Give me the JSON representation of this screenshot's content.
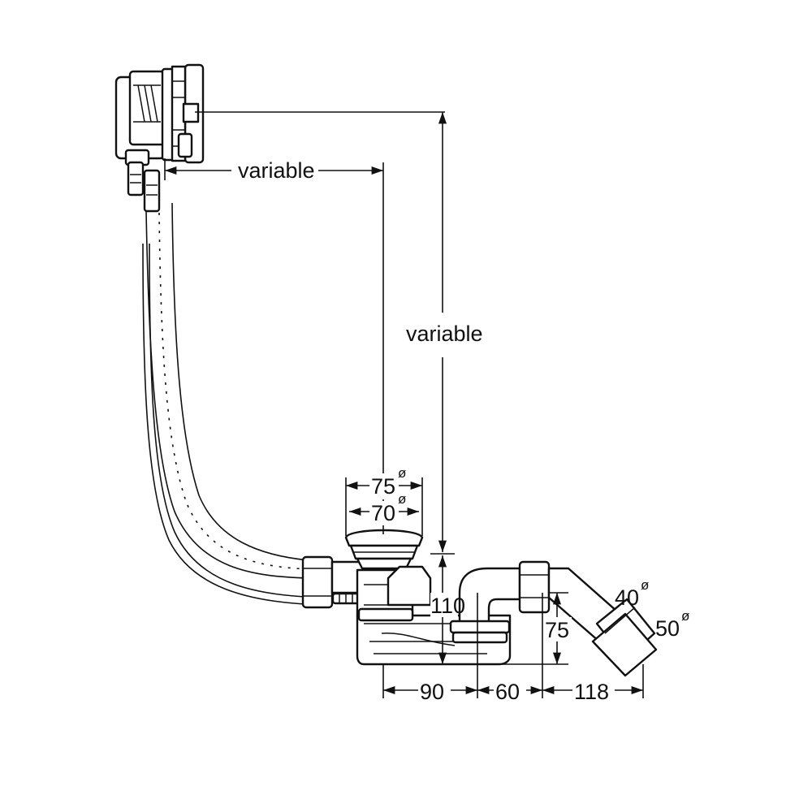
{
  "dimensions": {
    "horizontal_variable": "variable",
    "vertical_variable": "variable",
    "outer_diameter": "75",
    "inner_diameter": "70",
    "height": "110",
    "drop": "75",
    "bottom_a": "90",
    "bottom_b": "60",
    "bottom_c": "118",
    "branch_small": "40",
    "branch_large": "50",
    "diameter_symbol": "ø"
  }
}
